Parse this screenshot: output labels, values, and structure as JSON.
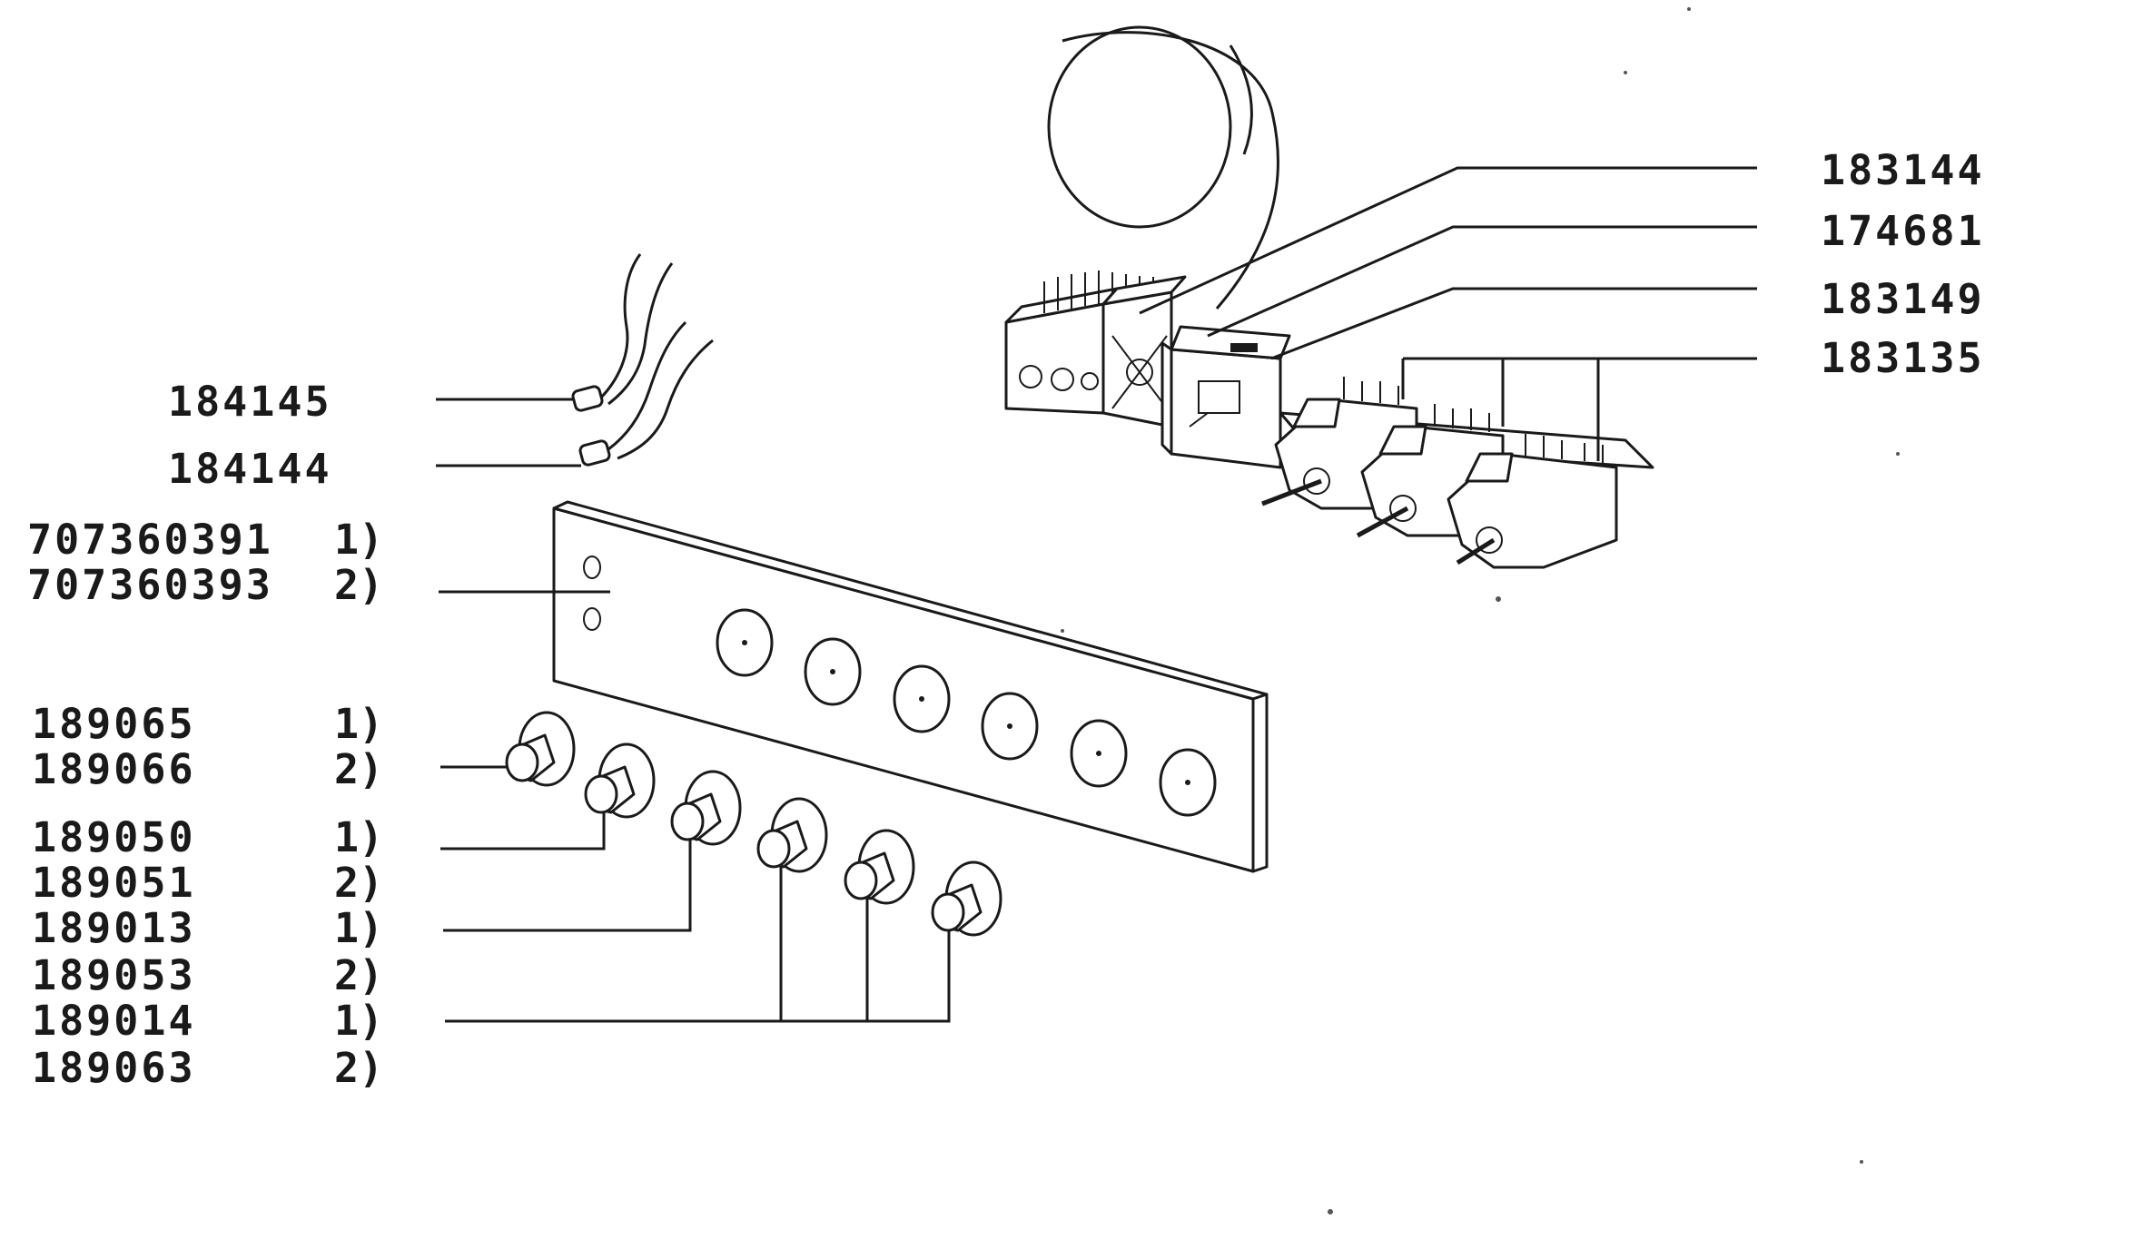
{
  "labels": {
    "p183144": "183144",
    "p174681": "174681",
    "p183149": "183149",
    "p183135": "183135",
    "p184145": "184145",
    "p184144": "184144",
    "p707360391": "707360391",
    "p707360391_note": "1)",
    "p707360393": "707360393",
    "p707360393_note": "2)",
    "p189065": "189065",
    "p189065_note": "1)",
    "p189066": "189066",
    "p189066_note": "2)",
    "p189050": "189050",
    "p189050_note": "1)",
    "p189051": "189051",
    "p189051_note": "2)",
    "p189013": "189013",
    "p189013_note": "1)",
    "p189053": "189053",
    "p189053_note": "2)",
    "p189014": "189014",
    "p189014_note": "1)",
    "p189063": "189063",
    "p189063_note": "2)"
  }
}
